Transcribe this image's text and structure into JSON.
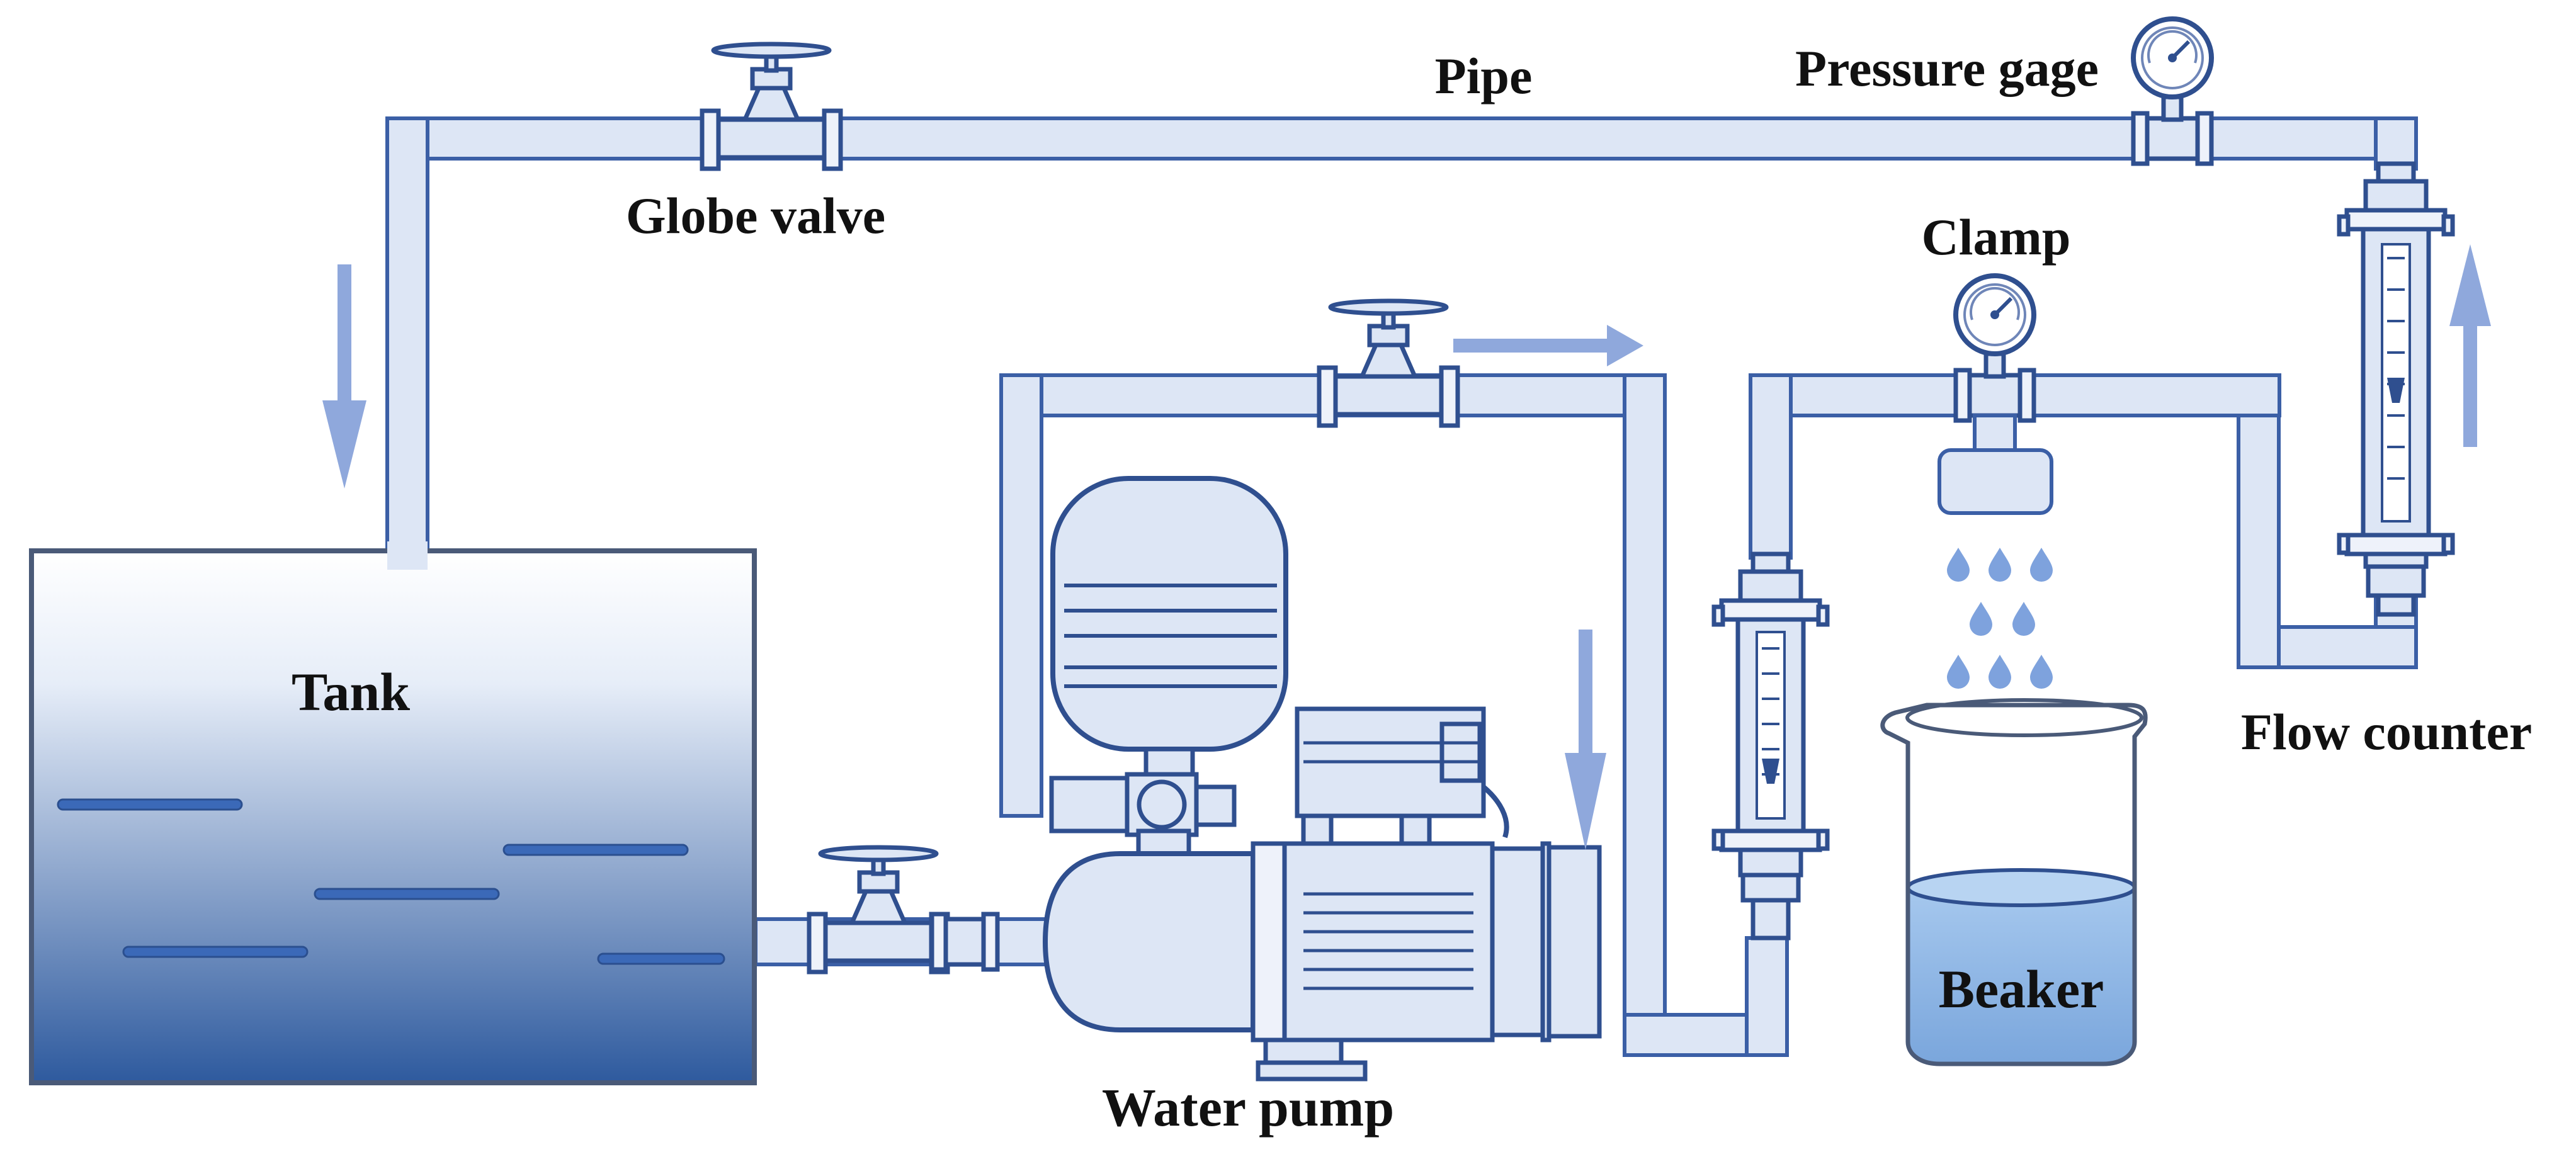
{
  "labels": {
    "pipe": "Pipe",
    "pressure_gage": "Pressure gage",
    "globe_valve": "Globe valve",
    "clamp": "Clamp",
    "tank": "Tank",
    "flow_counter": "Flow counter",
    "beaker": "Beaker",
    "water_pump": "Water pump"
  },
  "colors": {
    "pipe_fill": "#dde6f5",
    "outline": "#2f4f8f",
    "arrow": "#8fa8dc",
    "water_top": "#eef3fb",
    "water_bottom": "#2e5a9e",
    "beaker_water": "#8fb8e6"
  },
  "flow_arrows": [
    "down-left",
    "right-top",
    "down-middle",
    "up-right"
  ]
}
